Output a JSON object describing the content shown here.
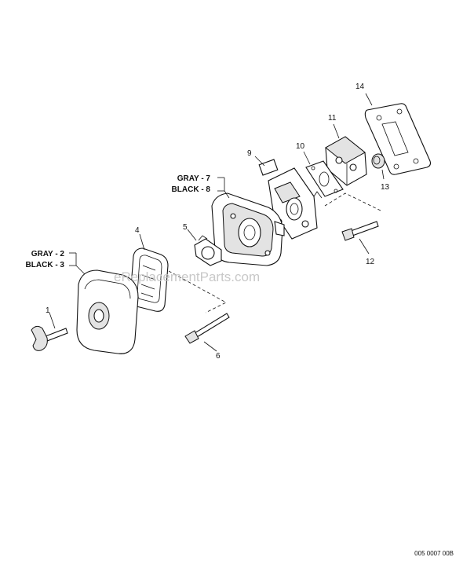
{
  "callouts": {
    "c1": "1",
    "c4": "4",
    "c5": "5",
    "c6": "6",
    "c9": "9",
    "c10": "10",
    "c11": "11",
    "c12": "12",
    "c13": "13",
    "c14": "14"
  },
  "color_labels": {
    "cover_gray": "GRAY - 2",
    "cover_black": "BLACK - 3",
    "case_gray": "GRAY - 7",
    "case_black": "BLACK - 8"
  },
  "watermark": "eReplacementParts.com",
  "drawing_code": "005 0007 00B"
}
